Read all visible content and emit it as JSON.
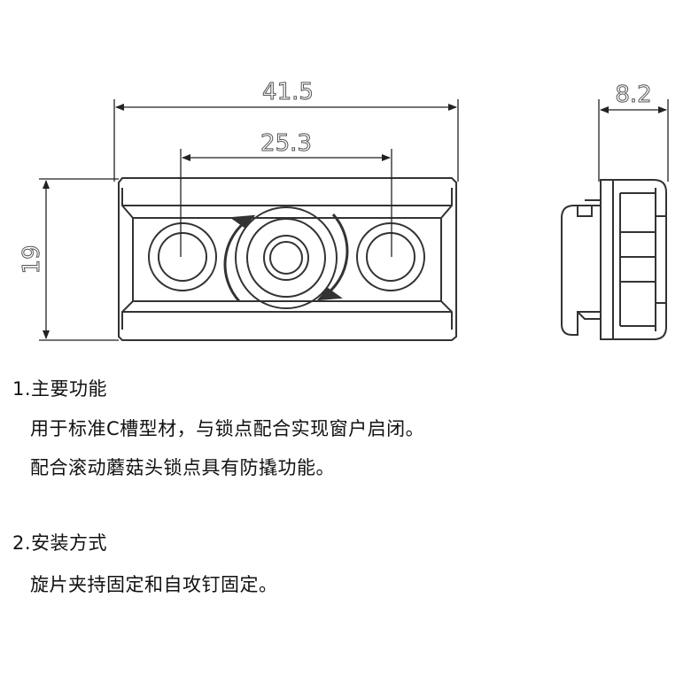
{
  "dimensions": {
    "overall_length": "41.5",
    "hole_spacing": "25.3",
    "height": "19",
    "thickness": "8.2"
  },
  "section1": {
    "heading": "1.主要功能",
    "lines": [
      "用于标准C槽型材，与锁点配合实现窗户启闭。",
      "配合滚动蘑菇头锁点具有防撬功能。"
    ]
  },
  "section2": {
    "heading": "2.安装方式",
    "lines": [
      "旋片夹持固定和自攻钉固定。"
    ]
  }
}
